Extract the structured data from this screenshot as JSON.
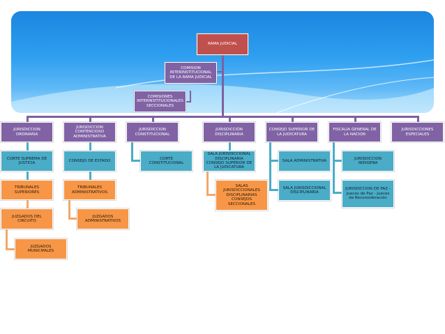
{
  "root": "RAMA JUDICIAL",
  "comision": "COMISION INTERINSTITUCIONAL DE LA RAMA JUDICIAL",
  "comisiones": "COMISIONES INTERINSTITUCIONALES SECCIONALES",
  "branches": {
    "ordinaria": "JURISDICCION ORDINARIA",
    "contencioso": "JURISDICCION CONTENCIOSO ADMINISTRATIVA",
    "constitucional": "JURISDICCION CONSTITUCIONAL",
    "disciplinaria": "JURISDICCIÓN DISCIPLINARIA",
    "consejo_superior": "CONSEJO SUPERIOR DE LA JUDICATURA",
    "fiscalia": "FISCALIA GENERAL DE LA NACION",
    "especiales": "JURISDICCIONES ESPECIALES"
  },
  "ordinaria_children": [
    "CORTE SUPREMA DE JUSTICIA",
    "TRIBUNALES SUPERIORES",
    "JUZGADOS DEL CIRCUITO",
    "JUZGADOS MUNICIPALES"
  ],
  "contencioso_children": [
    "CONSEJO DE ESTADO",
    "TRIBUNALES ADMINISTRATIVOS",
    "JUZGADOS ADMINISTRATIVOS"
  ],
  "constitucional_children": [
    "CORTE CONSTITUCIONAL"
  ],
  "disciplinaria_children": [
    "SALA JURISDICCIONAL DISCIPLINARIA CONSEJO SUPERIOR DE LA JUDICATURA",
    "SALAS JURISDICCIONALES DISCIPLINARIAS CONSEJOS SECCIONALES"
  ],
  "consejo_children": [
    "SALA ADMINISTRATIVA",
    "SALA JURISDICCIONAL DISCIPLINARIA"
  ],
  "especiales_children": [
    "JURISDICCION INDIGENA",
    "JURISDICCION DE PAZ - Jueces de Paz - Jueces de Reconsideración"
  ],
  "colors": {
    "purple": "#8062a5",
    "teal": "#4aacc6",
    "orange": "#f79646",
    "red": "#c0504d",
    "banner": "#2f9ff0"
  }
}
